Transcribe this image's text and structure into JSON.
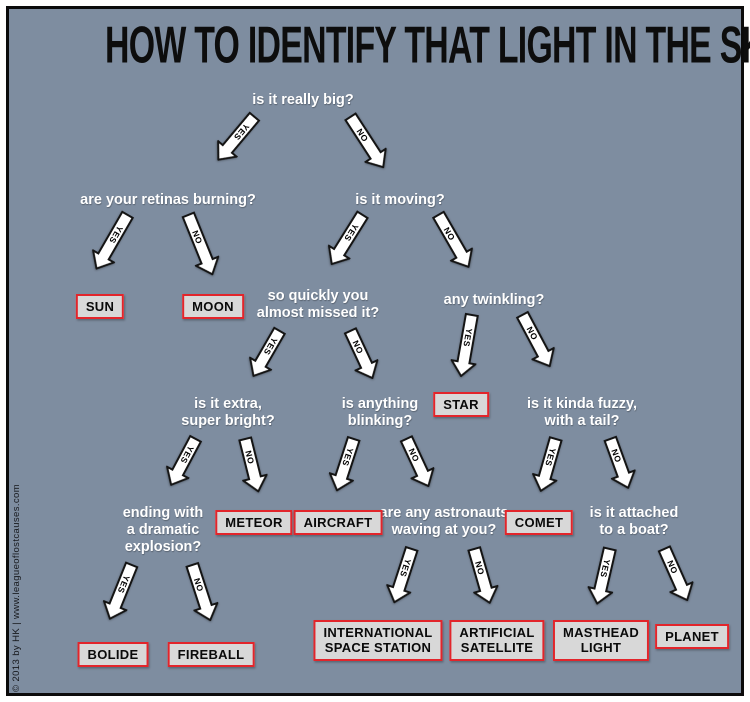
{
  "title": "HOW TO IDENTIFY THAT LIGHT IN THE SKY",
  "credit": "© 2013 by HK  |  www.leagueoflostcauses.com",
  "labels": {
    "yes": "YES",
    "no": "NO"
  },
  "colors": {
    "background": "#7e8da0",
    "frame_border": "#0b0b0b",
    "box_background": "#d8d8d8",
    "box_border": "#e2252b",
    "arrow_fill": "#ffffff",
    "arrow_outline": "#141414",
    "question_text": "#ffffff",
    "title_text": "#0d0d0d"
  },
  "questions": {
    "really_big": "is it really big?",
    "retinas_burning": "are your retinas burning?",
    "moving": "is it moving?",
    "so_quickly": "so quickly you\nalmost missed it?",
    "twinkling": "any twinkling?",
    "extra_bright": "is it extra,\nsuper bright?",
    "blinking": "is anything\nblinking?",
    "fuzzy_tail": "is it kinda fuzzy,\nwith a tail?",
    "explosion": "ending with\na dramatic\nexplosion?",
    "astronauts": "are any astronauts\nwaving at you?",
    "boat": "is it attached\nto a boat?"
  },
  "answers": {
    "sun": "SUN",
    "moon": "MOON",
    "star": "STAR",
    "meteor": "METEOR",
    "aircraft": "AIRCRAFT",
    "comet": "COMET",
    "bolide": "BOLIDE",
    "fireball": "FIREBALL",
    "iss": "INTERNATIONAL\nSPACE STATION",
    "satellite": "ARTIFICIAL\nSATELLITE",
    "masthead": "MASTHEAD\nLIGHT",
    "planet": "PLANET"
  },
  "edges": [
    {
      "from": "really_big",
      "answer": "YES",
      "to": "retinas_burning"
    },
    {
      "from": "really_big",
      "answer": "NO",
      "to": "moving"
    },
    {
      "from": "retinas_burning",
      "answer": "YES",
      "to": "SUN"
    },
    {
      "from": "retinas_burning",
      "answer": "NO",
      "to": "MOON"
    },
    {
      "from": "moving",
      "answer": "YES",
      "to": "so_quickly"
    },
    {
      "from": "moving",
      "answer": "NO",
      "to": "twinkling"
    },
    {
      "from": "so_quickly",
      "answer": "YES",
      "to": "extra_bright"
    },
    {
      "from": "so_quickly",
      "answer": "NO",
      "to": "blinking"
    },
    {
      "from": "twinkling",
      "answer": "YES",
      "to": "STAR"
    },
    {
      "from": "twinkling",
      "answer": "NO",
      "to": "fuzzy_tail"
    },
    {
      "from": "extra_bright",
      "answer": "YES",
      "to": "explosion"
    },
    {
      "from": "extra_bright",
      "answer": "NO",
      "to": "METEOR"
    },
    {
      "from": "blinking",
      "answer": "YES",
      "to": "AIRCRAFT"
    },
    {
      "from": "blinking",
      "answer": "NO",
      "to": "astronauts"
    },
    {
      "from": "fuzzy_tail",
      "answer": "YES",
      "to": "COMET"
    },
    {
      "from": "fuzzy_tail",
      "answer": "NO",
      "to": "boat"
    },
    {
      "from": "explosion",
      "answer": "YES",
      "to": "BOLIDE"
    },
    {
      "from": "explosion",
      "answer": "NO",
      "to": "FIREBALL"
    },
    {
      "from": "astronauts",
      "answer": "YES",
      "to": "INTERNATIONAL SPACE STATION"
    },
    {
      "from": "astronauts",
      "answer": "NO",
      "to": "ARTIFICIAL SATELLITE"
    },
    {
      "from": "boat",
      "answer": "YES",
      "to": "MASTHEAD LIGHT"
    },
    {
      "from": "boat",
      "answer": "NO",
      "to": "PLANET"
    }
  ]
}
